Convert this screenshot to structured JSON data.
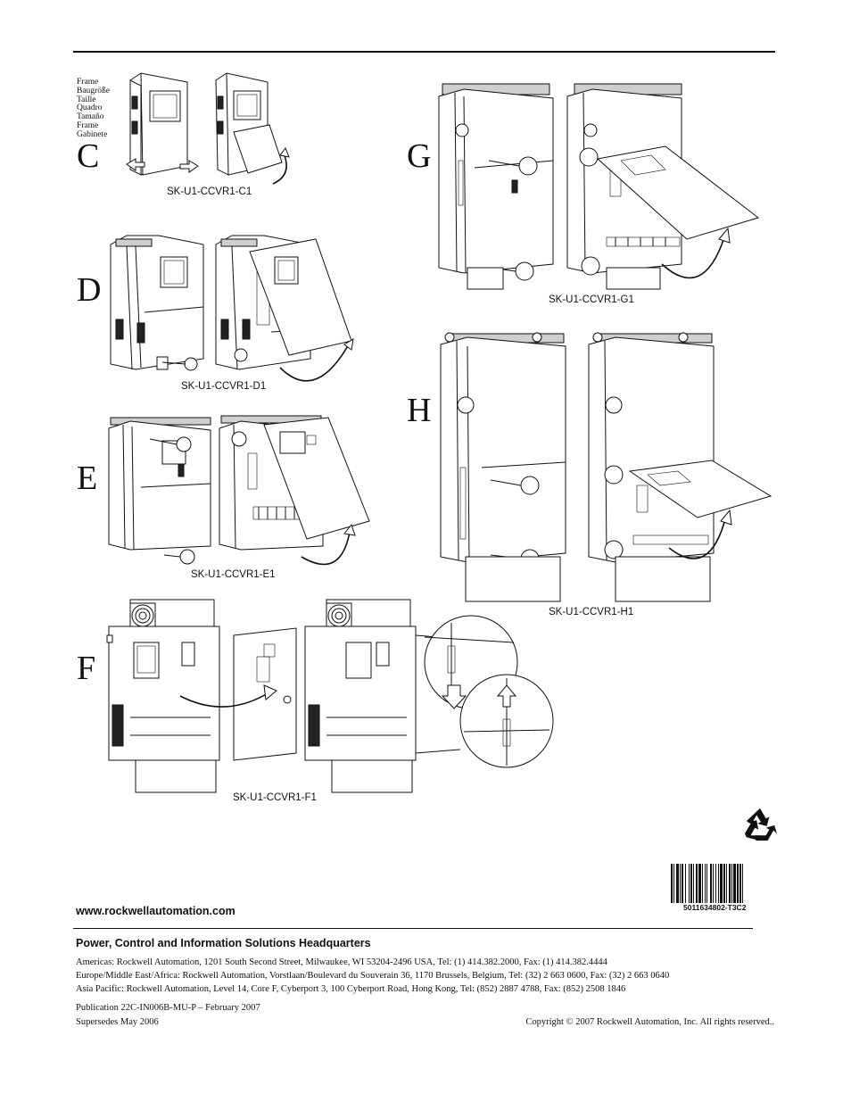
{
  "frame_names": [
    "Frame",
    "Baugröße",
    "Taille",
    "Quadro",
    "Tamaño",
    "Frame",
    "Gabinete"
  ],
  "sections": {
    "c": {
      "letter": "C",
      "caption": "SK-U1-CCVR1-C1"
    },
    "d": {
      "letter": "D",
      "caption": "SK-U1-CCVR1-D1"
    },
    "e": {
      "letter": "E",
      "caption": "SK-U1-CCVR1-E1"
    },
    "f": {
      "letter": "F",
      "caption": "SK-U1-CCVR1-F1"
    },
    "g": {
      "letter": "G",
      "caption": "SK-U1-CCVR1-G1"
    },
    "h": {
      "letter": "H",
      "caption": "SK-U1-CCVR1-H1"
    }
  },
  "footer": {
    "website": "www.rockwellautomation.com",
    "barcode_number": "5011634802-T3C2",
    "hq_title": "Power, Control and Information Solutions Headquarters",
    "addresses": [
      "Americas: Rockwell Automation, 1201 South Second Street, Milwaukee, WI 53204-2496 USA, Tel: (1) 414.382.2000, Fax: (1)  414.382.4444",
      "Europe/Middle East/Africa: Rockwell Automation, Vorstlaan/Boulevard du Souverain 36, 1170 Brussels, Belgium, Tel: (32) 2 663 0600, Fax: (32) 2 663 0640",
      "Asia Pacific: Rockwell Automation, Level 14, Core F, Cyberport 3, 100 Cyberport Road, Hong Kong, Tel: (852) 2887 4788, Fax: (852) 2508 1846"
    ],
    "publication": "Publication 22C-IN006B-MU-P – February 2007",
    "supersedes": "Supersedes May 2006",
    "copyright": "Copyright © 2007 Rockwell Automation, Inc. All rights reserved.."
  },
  "icons": {
    "recycle": "recycle-icon",
    "barcode": "barcode-graphic"
  }
}
